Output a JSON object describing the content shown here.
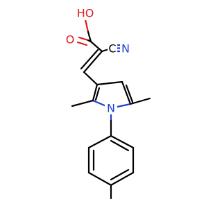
{
  "molecule": {
    "atoms": [
      {
        "id": "O1",
        "label": "O",
        "color": "#e01b1b"
      },
      {
        "id": "O2",
        "label": "HO",
        "color": "#e01b1b"
      },
      {
        "id": "N1",
        "label": "N",
        "color": "#1d3fd6"
      },
      {
        "id": "N2",
        "label": "N",
        "color": "#1d3fd6"
      },
      {
        "id": "C1",
        "label": "C",
        "color": "#000000"
      }
    ],
    "colors": {
      "bond": "#000000",
      "oxygen": "#e01b1b",
      "nitrogen": "#1d3fd6",
      "background": "#ffffff"
    }
  }
}
